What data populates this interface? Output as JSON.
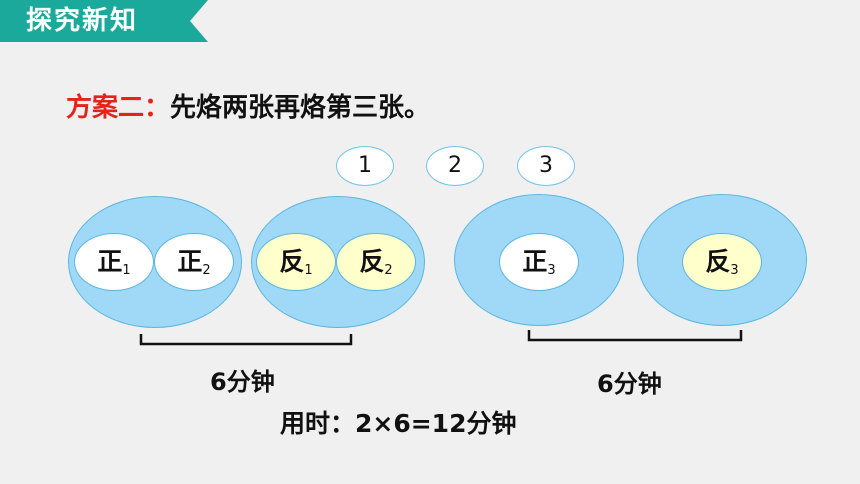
{
  "banner": {
    "title": "探究新知",
    "color": "#1aa99a"
  },
  "heading": {
    "label": "方案二：",
    "text": "先烙两张再烙第三张。"
  },
  "bubbles": [
    "1",
    "2",
    "3"
  ],
  "pans": [
    {
      "cakes": [
        {
          "side": "正",
          "sub": "1"
        },
        {
          "side": "正",
          "sub": "2"
        }
      ]
    },
    {
      "cakes": [
        {
          "side": "反",
          "sub": "1"
        },
        {
          "side": "反",
          "sub": "2"
        }
      ]
    },
    {
      "cakes": [
        {
          "side": "正",
          "sub": "3"
        }
      ]
    },
    {
      "cakes": [
        {
          "side": "反",
          "sub": "3"
        }
      ]
    }
  ],
  "time_left": "6分钟",
  "time_right": "6分钟",
  "total": "用时：2×6=12分钟"
}
